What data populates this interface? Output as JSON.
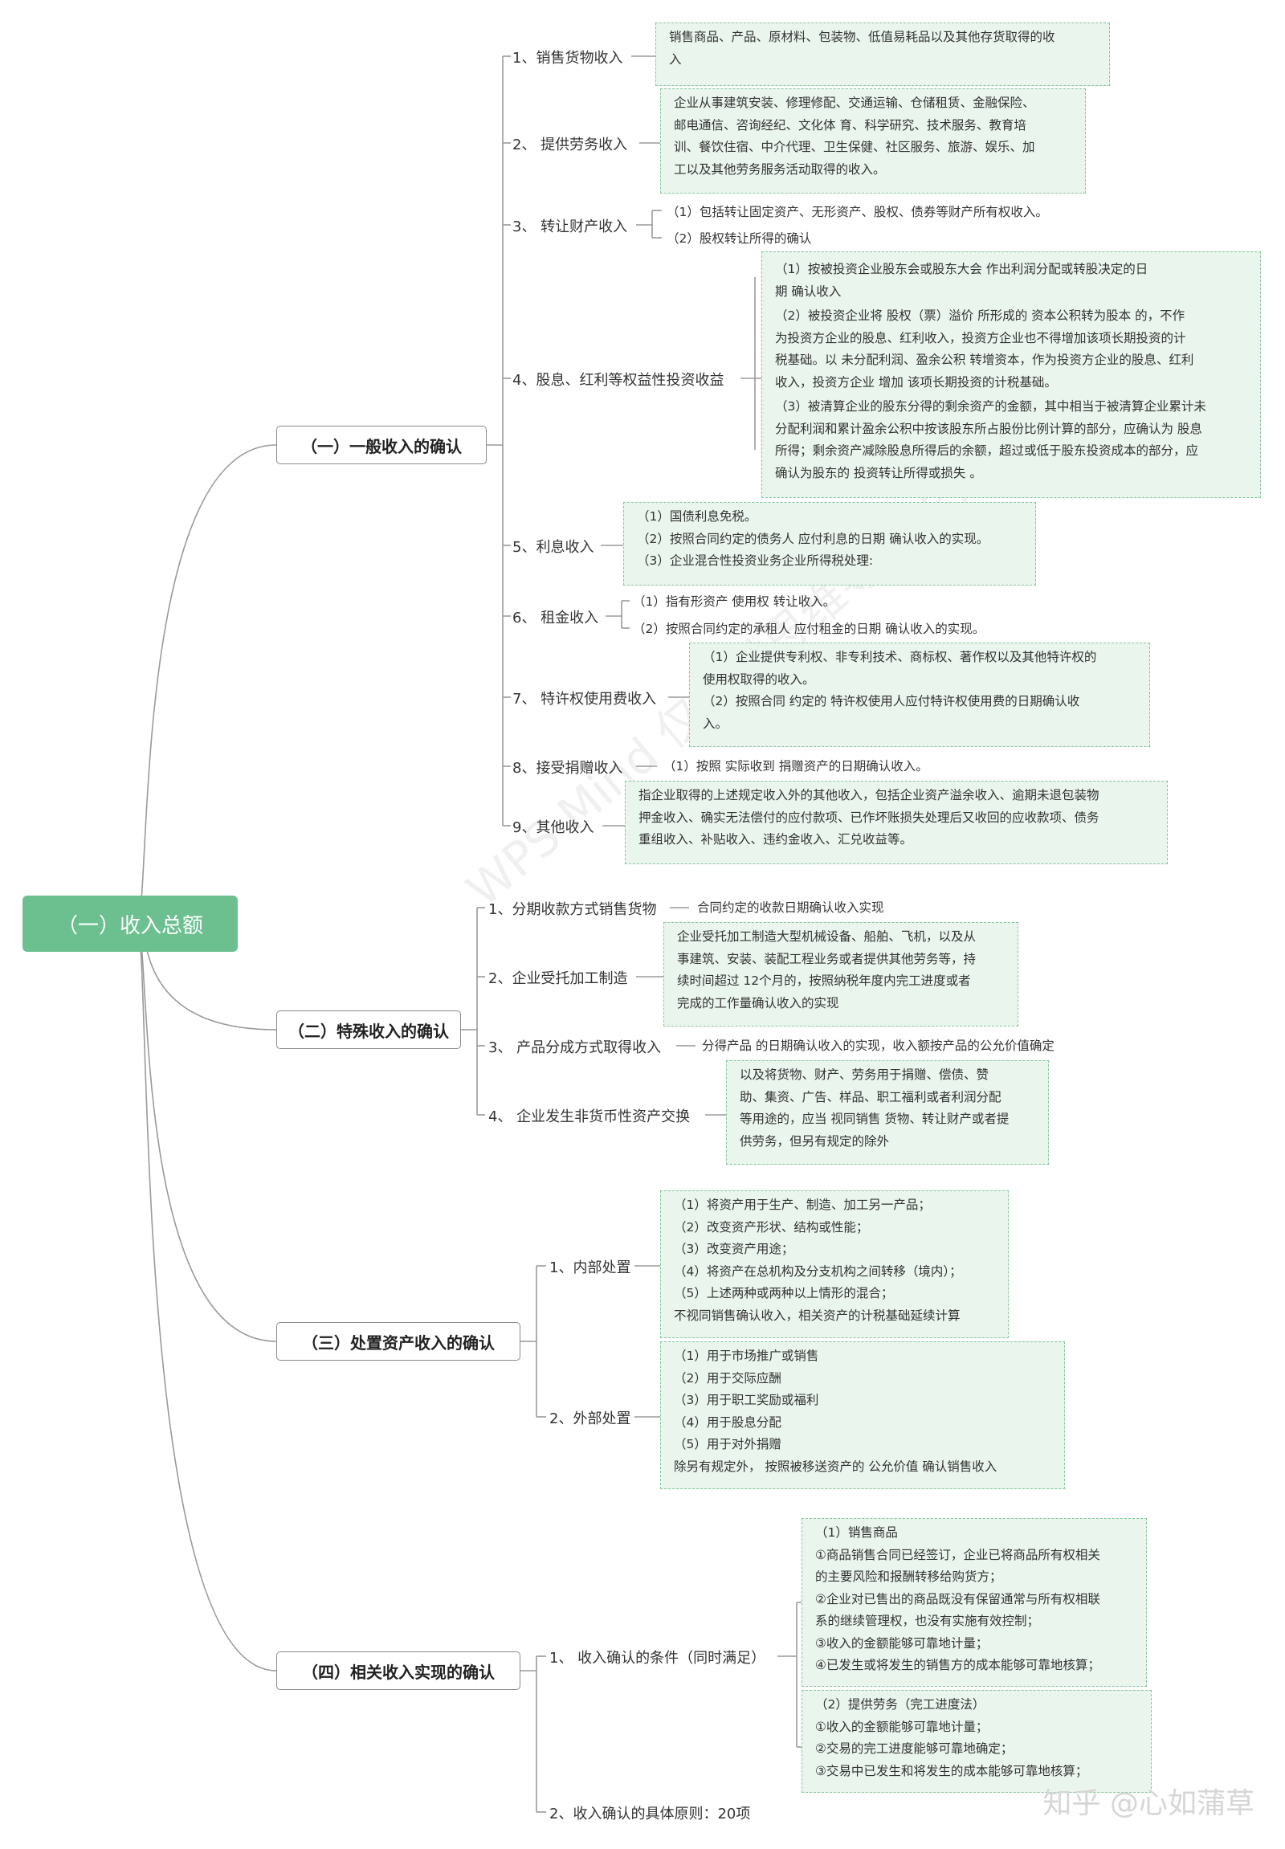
{
  "root": "（一）收入总额",
  "sections": [
    {
      "title": "（一）一般收入的确认",
      "items": [
        {
          "label": "1、销售货物收入",
          "note": [
            "销售商品、产品、原材料、包装物、低值易耗品以及其他存货取得的收",
            "入"
          ]
        },
        {
          "label": "2、 提供劳务收入",
          "note": [
            "企业从事建筑安装、修理修配、交通运输、仓储租赁、金融保险、",
            "邮电通信、咨询经纪、文化体 育、科学研究、技术服务、教育培",
            "训、餐饮住宿、中介代理、卫生保健、社区服务、旅游、娱乐、加",
            "工以及其他劳务服务活动取得的收入。"
          ]
        },
        {
          "label": "3、 转让财产收入",
          "plain": [
            "（1）包括转让固定资产、无形资产、股权、债券等财产所有权收入。",
            "（2）股权转让所得的确认"
          ]
        },
        {
          "label": "4、股息、红利等权益性投资收益",
          "note": [
            "（1）按被投资企业股东会或股东大会 作出利润分配或转股决定的日",
            "期 确认收入",
            "（2）被投资企业将 股权（票）溢价 所形成的 资本公积转为股本 的，不作",
            "为投资方企业的股息、红利收入，投资方企业也不得增加该项长期投资的计",
            "税基础。以 未分配利润、盈余公积 转增资本，作为投资方企业的股息、红利",
            "收入，投资方企业 增加 该项长期投资的计税基础。",
            "（3）被清算企业的股东分得的剩余资产的金额，其中相当于被清算企业累计未",
            "分配利润和累计盈余公积中按该股东所占股份比例计算的部分，应确认为 股息",
            "所得；剩余资产减除股息所得后的余额，超过或低于股东投资成本的部分，应",
            "确认为股东的 投资转让所得或损失 。"
          ]
        },
        {
          "label": "5、利息收入",
          "note": [
            "（1）国债利息免税。",
            "（2）按照合同约定的债务人 应付利息的日期 确认收入的实现。",
            "（3）企业混合性投资业务企业所得税处理:"
          ]
        },
        {
          "label": "6、 租金收入",
          "plain": [
            "（1）指有形资产 使用权 转让收入。",
            "（2）按照合同约定的承租人 应付租金的日期 确认收入的实现。"
          ]
        },
        {
          "label": "7、 特许权使用费收入",
          "note": [
            "（1）企业提供专利权、非专利技术、商标权、著作权以及其他特许权的",
            "使用权取得的收入。",
            "（2）按照合同 约定的 特许权使用人应付特许权使用费的日期确认收",
            "入。"
          ]
        },
        {
          "label": "8、接受捐赠收入",
          "plain": [
            "（1）按照 实际收到 捐赠资产的日期确认收入。"
          ]
        },
        {
          "label": "9、其他收入",
          "note": [
            "指企业取得的上述规定收入外的其他收入，包括企业资产溢余收入、逾期未退包装物",
            "押金收入、确实无法偿付的应付款项、已作坏账损失处理后又收回的应收款项、债务",
            "重组收入、补贴收入、违约金收入、汇兑收益等。"
          ]
        }
      ]
    },
    {
      "title": "（二）特殊收入的确认",
      "items": [
        {
          "label": "1、分期收款方式销售货物",
          "plain": [
            "合同约定的收款日期确认收入实现"
          ]
        },
        {
          "label": "2、企业受托加工制造",
          "note": [
            "企业受托加工制造大型机械设备、船舶、飞机，以及从",
            "事建筑、安装、装配工程业务或者提供其他劳务等，持",
            "续时间超过 12个月的，按照纳税年度内完工进度或者",
            "完成的工作量确认收入的实现"
          ]
        },
        {
          "label": "3、 产品分成方式取得收入",
          "plain": [
            "分得产品 的日期确认收入的实现，收入额按产品的公允价值确定"
          ]
        },
        {
          "label": "4、 企业发生非货币性资产交换",
          "note": [
            "以及将货物、财产、劳务用于捐赠、偿债、赞",
            "助、集资、广告、样品、职工福利或者利润分配",
            "等用途的，应当 视同销售 货物、转让财产或者提",
            "供劳务，但另有规定的除外"
          ]
        }
      ]
    },
    {
      "title": "（三）处置资产收入的确认",
      "items": [
        {
          "label": "1、内部处置",
          "note": [
            "（1）将资产用于生产、制造、加工另一产品；",
            "（2）改变资产形状、结构或性能；",
            "（3）改变资产用途；",
            "（4）将资产在总机构及分支机构之间转移（境内）；",
            "（5）上述两种或两种以上情形的混合；",
            "不视同销售确认收入，相关资产的计税基础延续计算"
          ]
        },
        {
          "label": "2、外部处置",
          "note": [
            "（1）用于市场推广或销售",
            "（2）用于交际应酬",
            "（3）用于职工奖励或福利",
            "（4）用于股息分配",
            "（5）用于对外捐赠",
            "除另有规定外， 按照被移送资产的 公允价值 确认销售收入"
          ]
        }
      ]
    },
    {
      "title": "（四）相关收入实现的确认",
      "items": [
        {
          "label": "1、 收入确认的条件（同时满足）",
          "notes": [
            [
              "（1）销售商品",
              "①商品销售合同已经签订，企业已将商品所有权相关",
              "的主要风险和报酬转移给购货方；",
              "②企业对已售出的商品既没有保留通常与所有权相联",
              "系的继续管理权，也没有实施有效控制；",
              "③收入的金额能够可靠地计量；",
              "④已发生或将发生的销售方的成本能够可靠地核算；"
            ],
            [
              "（2）提供劳务（完工进度法）",
              "①收入的金额能够可靠地计量；",
              "②交易的完工进度能够可靠地确定；",
              "③交易中已发生和将发生的成本能够可靠地核算；"
            ]
          ]
        },
        {
          "label": "2、收入确认的具体原则：20项"
        }
      ]
    }
  ],
  "watermark": "WPS Mind 仅提供思维导图能力",
  "credit": "知乎 @心如蒲草"
}
